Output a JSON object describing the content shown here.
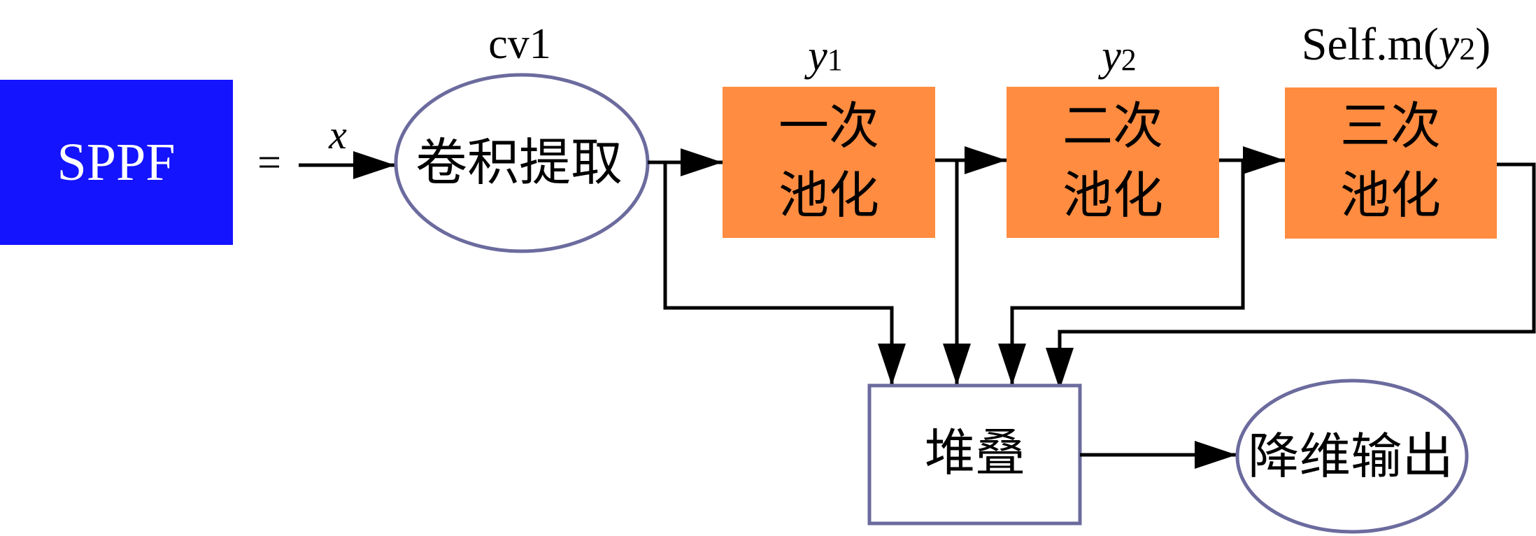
{
  "diagram": {
    "module": {
      "label": "SPPF",
      "color": "#1414FF",
      "text_color": "#FFFFFF"
    },
    "equals": "=",
    "input": {
      "label": "x"
    },
    "conv": {
      "caption": "cv1",
      "label": "卷积提取"
    },
    "pools": [
      {
        "caption_var": "y",
        "caption_sub": "1",
        "caption_prefix": "",
        "caption_suffix": "",
        "line1": "一次",
        "line2": "池化"
      },
      {
        "caption_var": "y",
        "caption_sub": "2",
        "caption_prefix": "",
        "caption_suffix": "",
        "line1": "二次",
        "line2": "池化"
      },
      {
        "caption_var": "y",
        "caption_sub": "2",
        "caption_prefix": "Self.m(",
        "caption_suffix": ")",
        "line1": "三次",
        "line2": "池化"
      }
    ],
    "stack": {
      "label": "堆叠"
    },
    "output": {
      "label": "降维输出"
    },
    "colors": {
      "pool_fill": "#FF8C40",
      "node_stroke": "#6B6B9E",
      "line": "#000000"
    }
  }
}
